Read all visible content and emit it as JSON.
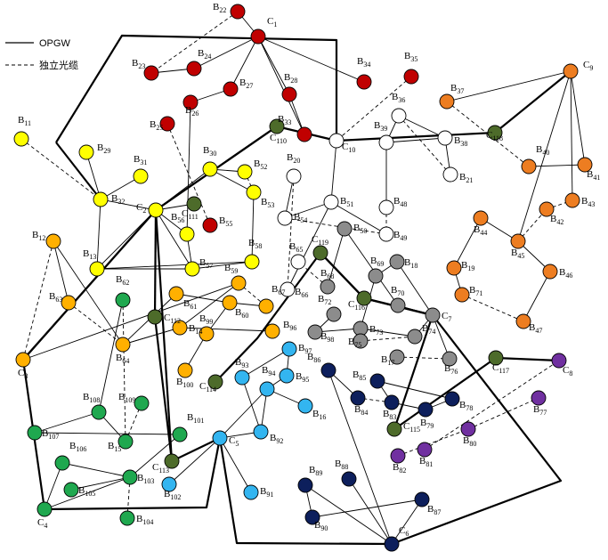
{
  "legend": {
    "opgw": "OPGW",
    "cable": "独立光缆"
  },
  "colors": {
    "red": "#c00000",
    "yellow": "#ffff00",
    "orange": "#ffb000",
    "green": "#1fa84f",
    "white": "#ffffff",
    "gray": "#8c8c8c",
    "lightblue": "#33b5f0",
    "navy": "#0d1f5c",
    "purple": "#7030a0",
    "darkorange": "#ed7d21",
    "olive": "#4d6b2a"
  },
  "nodes": [
    {
      "id": "C1",
      "b": "C",
      "s": "1",
      "color": "red"
    },
    {
      "id": "B22",
      "b": "B",
      "s": "22",
      "color": "red"
    },
    {
      "id": "B23",
      "b": "B",
      "s": "23",
      "color": "red"
    },
    {
      "id": "B24",
      "b": "B",
      "s": "24",
      "color": "red"
    },
    {
      "id": "B27",
      "b": "B",
      "s": "27",
      "color": "red"
    },
    {
      "id": "B26",
      "b": "B",
      "s": "26",
      "color": "red"
    },
    {
      "id": "B25",
      "b": "B",
      "s": "25",
      "color": "red"
    },
    {
      "id": "B28",
      "b": "B",
      "s": "28",
      "color": "red"
    },
    {
      "id": "B33",
      "b": "B",
      "s": "33",
      "color": "red"
    },
    {
      "id": "B34",
      "b": "B",
      "s": "34",
      "color": "red"
    },
    {
      "id": "B35",
      "b": "B",
      "s": "35",
      "color": "red"
    },
    {
      "id": "B55",
      "b": "B",
      "s": "55",
      "color": "red"
    },
    {
      "id": "B11",
      "b": "B",
      "s": "11",
      "color": "yellow"
    },
    {
      "id": "B29",
      "b": "B",
      "s": "29",
      "color": "yellow"
    },
    {
      "id": "B31",
      "b": "B",
      "s": "31",
      "color": "yellow"
    },
    {
      "id": "B32",
      "b": "B",
      "s": "32",
      "color": "yellow"
    },
    {
      "id": "C2",
      "b": "C",
      "s": "2",
      "color": "yellow"
    },
    {
      "id": "B30",
      "b": "B",
      "s": "30",
      "color": "yellow"
    },
    {
      "id": "B52",
      "b": "B",
      "s": "52",
      "color": "yellow"
    },
    {
      "id": "B53",
      "b": "B",
      "s": "53",
      "color": "yellow"
    },
    {
      "id": "B56",
      "b": "B",
      "s": "56",
      "color": "yellow"
    },
    {
      "id": "B58",
      "b": "B",
      "s": "58",
      "color": "yellow"
    },
    {
      "id": "B57",
      "b": "B",
      "s": "57",
      "color": "yellow"
    },
    {
      "id": "B13",
      "b": "B",
      "s": "13",
      "color": "yellow"
    },
    {
      "id": "B12",
      "b": "B",
      "s": "12",
      "color": "orange"
    },
    {
      "id": "B63",
      "b": "B",
      "s": "63",
      "color": "orange"
    },
    {
      "id": "C3",
      "b": "C",
      "s": "3",
      "color": "orange"
    },
    {
      "id": "B64",
      "b": "B",
      "s": "64",
      "color": "orange"
    },
    {
      "id": "B61",
      "b": "B",
      "s": "61",
      "color": "orange"
    },
    {
      "id": "B59",
      "b": "B",
      "s": "59",
      "color": "orange"
    },
    {
      "id": "B67",
      "b": "B",
      "s": "67",
      "color": "orange"
    },
    {
      "id": "B60",
      "b": "B",
      "s": "60",
      "color": "orange"
    },
    {
      "id": "B14",
      "b": "B",
      "s": "14",
      "color": "orange"
    },
    {
      "id": "B99",
      "b": "B",
      "s": "99",
      "color": "orange"
    },
    {
      "id": "B100",
      "b": "B",
      "s": "100",
      "color": "orange"
    },
    {
      "id": "B96",
      "b": "B",
      "s": "96",
      "color": "orange"
    },
    {
      "id": "B62",
      "b": "B",
      "s": "62",
      "color": "green"
    },
    {
      "id": "B108",
      "b": "B",
      "s": "108",
      "color": "green"
    },
    {
      "id": "B109",
      "b": "B",
      "s": "109",
      "color": "green"
    },
    {
      "id": "B107",
      "b": "B",
      "s": "107",
      "color": "green"
    },
    {
      "id": "B15",
      "b": "B",
      "s": "15",
      "color": "green"
    },
    {
      "id": "B101",
      "b": "B",
      "s": "101",
      "color": "green"
    },
    {
      "id": "B106",
      "b": "B",
      "s": "106",
      "color": "green"
    },
    {
      "id": "B105",
      "b": "B",
      "s": "105",
      "color": "green"
    },
    {
      "id": "B103",
      "b": "B",
      "s": "103",
      "color": "green"
    },
    {
      "id": "C4",
      "b": "C",
      "s": "4",
      "color": "green"
    },
    {
      "id": "B104",
      "b": "B",
      "s": "104",
      "color": "green"
    },
    {
      "id": "B20",
      "b": "B",
      "s": "20",
      "color": "white"
    },
    {
      "id": "B54",
      "b": "B",
      "s": "54",
      "color": "white"
    },
    {
      "id": "B51",
      "b": "B",
      "s": "51",
      "color": "white"
    },
    {
      "id": "B49",
      "b": "B",
      "s": "49",
      "color": "white"
    },
    {
      "id": "B48",
      "b": "B",
      "s": "48",
      "color": "white"
    },
    {
      "id": "B65",
      "b": "B",
      "s": "65",
      "color": "white"
    },
    {
      "id": "B66",
      "b": "B",
      "s": "66",
      "color": "white"
    },
    {
      "id": "C10",
      "b": "C",
      "s": "10",
      "color": "white"
    },
    {
      "id": "B39",
      "b": "B",
      "s": "39",
      "color": "white"
    },
    {
      "id": "B36",
      "b": "B",
      "s": "36",
      "color": "white"
    },
    {
      "id": "B38",
      "b": "B",
      "s": "38",
      "color": "white"
    },
    {
      "id": "B21",
      "b": "B",
      "s": "21",
      "color": "white"
    },
    {
      "id": "B50",
      "b": "B",
      "s": "50",
      "color": "gray"
    },
    {
      "id": "B68",
      "b": "B",
      "s": "68",
      "color": "gray"
    },
    {
      "id": "B69",
      "b": "B",
      "s": "69",
      "color": "gray"
    },
    {
      "id": "B18",
      "b": "B",
      "s": "18",
      "color": "gray"
    },
    {
      "id": "B70",
      "b": "B",
      "s": "70",
      "color": "gray"
    },
    {
      "id": "C7",
      "b": "C",
      "s": "7",
      "color": "gray"
    },
    {
      "id": "B72",
      "b": "B",
      "s": "72",
      "color": "gray"
    },
    {
      "id": "B98",
      "b": "B",
      "s": "98",
      "color": "gray"
    },
    {
      "id": "B73",
      "b": "B",
      "s": "73",
      "color": "gray"
    },
    {
      "id": "B75",
      "b": "B",
      "s": "75",
      "color": "gray"
    },
    {
      "id": "B74",
      "b": "B",
      "s": "74",
      "color": "gray"
    },
    {
      "id": "B17",
      "b": "B",
      "s": "17",
      "color": "gray"
    },
    {
      "id": "B76",
      "b": "B",
      "s": "76",
      "color": "gray"
    },
    {
      "id": "B97",
      "b": "B",
      "s": "97",
      "color": "lightblue"
    },
    {
      "id": "B93",
      "b": "B",
      "s": "93",
      "color": "lightblue"
    },
    {
      "id": "B94",
      "b": "B",
      "s": "94",
      "color": "lightblue"
    },
    {
      "id": "B95",
      "b": "B",
      "s": "95",
      "color": "lightblue"
    },
    {
      "id": "B16",
      "b": "B",
      "s": "16",
      "color": "lightblue"
    },
    {
      "id": "B92",
      "b": "B",
      "s": "92",
      "color": "lightblue"
    },
    {
      "id": "C5",
      "b": "C",
      "s": "5",
      "color": "lightblue"
    },
    {
      "id": "B102",
      "b": "B",
      "s": "102",
      "color": "lightblue"
    },
    {
      "id": "B91",
      "b": "B",
      "s": "91",
      "color": "lightblue"
    },
    {
      "id": "B86",
      "b": "B",
      "s": "86",
      "color": "navy"
    },
    {
      "id": "B85",
      "b": "B",
      "s": "85",
      "color": "navy"
    },
    {
      "id": "B84",
      "b": "B",
      "s": "84",
      "color": "navy"
    },
    {
      "id": "B83",
      "b": "B",
      "s": "83",
      "color": "navy"
    },
    {
      "id": "B78",
      "b": "B",
      "s": "78",
      "color": "navy"
    },
    {
      "id": "B79",
      "b": "B",
      "s": "79",
      "color": "navy"
    },
    {
      "id": "B89",
      "b": "B",
      "s": "89",
      "color": "navy"
    },
    {
      "id": "B90",
      "b": "B",
      "s": "90",
      "color": "navy"
    },
    {
      "id": "B88",
      "b": "B",
      "s": "88",
      "color": "navy"
    },
    {
      "id": "B87",
      "b": "B",
      "s": "87",
      "color": "navy"
    },
    {
      "id": "C6",
      "b": "C",
      "s": "6",
      "color": "navy"
    },
    {
      "id": "C8",
      "b": "C",
      "s": "8",
      "color": "purple"
    },
    {
      "id": "B77",
      "b": "B",
      "s": "77",
      "color": "purple"
    },
    {
      "id": "B80",
      "b": "B",
      "s": "80",
      "color": "purple"
    },
    {
      "id": "B81",
      "b": "B",
      "s": "81",
      "color": "purple"
    },
    {
      "id": "B82",
      "b": "B",
      "s": "82",
      "color": "purple"
    },
    {
      "id": "C9",
      "b": "C",
      "s": "9",
      "color": "darkorange"
    },
    {
      "id": "B37",
      "b": "B",
      "s": "37",
      "color": "darkorange"
    },
    {
      "id": "B40",
      "b": "B",
      "s": "40",
      "color": "darkorange"
    },
    {
      "id": "B41",
      "b": "B",
      "s": "41",
      "color": "darkorange"
    },
    {
      "id": "B42",
      "b": "B",
      "s": "42",
      "color": "darkorange"
    },
    {
      "id": "B43",
      "b": "B",
      "s": "43",
      "color": "darkorange"
    },
    {
      "id": "B44",
      "b": "B",
      "s": "44",
      "color": "darkorange"
    },
    {
      "id": "B45",
      "b": "B",
      "s": "45",
      "color": "darkorange"
    },
    {
      "id": "B46",
      "b": "B",
      "s": "46",
      "color": "darkorange"
    },
    {
      "id": "B19",
      "b": "B",
      "s": "19",
      "color": "darkorange"
    },
    {
      "id": "B71",
      "b": "B",
      "s": "71",
      "color": "darkorange"
    },
    {
      "id": "B47",
      "b": "B",
      "s": "47",
      "color": "darkorange"
    },
    {
      "id": "C110",
      "b": "C",
      "s": "110",
      "color": "olive"
    },
    {
      "id": "C111",
      "b": "C",
      "s": "111",
      "color": "olive"
    },
    {
      "id": "C112",
      "b": "C",
      "s": "112",
      "color": "olive"
    },
    {
      "id": "C113",
      "b": "C",
      "s": "113",
      "color": "olive"
    },
    {
      "id": "C114",
      "b": "C",
      "s": "114",
      "color": "olive"
    },
    {
      "id": "C115",
      "b": "C",
      "s": "115",
      "color": "olive"
    },
    {
      "id": "C116",
      "b": "C",
      "s": "116",
      "color": "olive"
    },
    {
      "id": "C117",
      "b": "C",
      "s": "117",
      "color": "olive"
    },
    {
      "id": "C118",
      "b": "C",
      "s": "118",
      "color": "olive"
    },
    {
      "id": "C119",
      "b": "C",
      "s": "119",
      "color": "olive"
    }
  ],
  "links": [
    [
      "C1",
      "B22"
    ],
    [
      "C1",
      "B24"
    ],
    [
      "C1",
      "B27"
    ],
    [
      "C1",
      "B28"
    ],
    [
      "C1",
      "B34"
    ],
    [
      "C1",
      "B33"
    ],
    [
      "B24",
      "B23"
    ],
    [
      "B27",
      "B26"
    ],
    [
      "B28",
      "B33"
    ],
    [
      "B26",
      "B56"
    ],
    [
      "B29",
      "B32"
    ],
    [
      "B31",
      "B32"
    ],
    [
      "C2",
      "B30"
    ],
    [
      "B30",
      "B52"
    ],
    [
      "B30",
      "B53"
    ],
    [
      "C2",
      "B56"
    ],
    [
      "C2",
      "B57"
    ],
    [
      "C2",
      "B13"
    ],
    [
      "C2",
      "C111"
    ],
    [
      "B56",
      "B57"
    ],
    [
      "B53",
      "B58"
    ],
    [
      "B58",
      "B57"
    ],
    [
      "B13",
      "B57"
    ],
    [
      "B13",
      "B58"
    ],
    [
      "B32",
      "B13"
    ],
    [
      "B32",
      "C2"
    ],
    [
      "B12",
      "B63"
    ],
    [
      "B12",
      "B64"
    ],
    [
      "C3",
      "B59"
    ],
    [
      "B61",
      "B64"
    ],
    [
      "B64",
      "B14"
    ],
    [
      "B14",
      "B59"
    ],
    [
      "B61",
      "B60"
    ],
    [
      "B60",
      "B67"
    ],
    [
      "B60",
      "B99"
    ],
    [
      "B99",
      "B100"
    ],
    [
      "B96",
      "B14"
    ],
    [
      "B62",
      "B108"
    ],
    [
      "B108",
      "B107"
    ],
    [
      "B108",
      "B15"
    ],
    [
      "B107",
      "B101"
    ],
    [
      "B106",
      "B103"
    ],
    [
      "B105",
      "B103"
    ],
    [
      "C4",
      "B103"
    ],
    [
      "C4",
      "B106"
    ],
    [
      "B103",
      "B101"
    ],
    [
      "B14",
      "B64"
    ],
    [
      "C10",
      "B51"
    ],
    [
      "B51",
      "B54"
    ],
    [
      "B51",
      "B49"
    ],
    [
      "B51",
      "B66"
    ],
    [
      "B20",
      "B54"
    ],
    [
      "B39",
      "B48"
    ],
    [
      "B39",
      "B36"
    ],
    [
      "B39",
      "B38"
    ],
    [
      "B38",
      "B21"
    ],
    [
      "B36",
      "B38"
    ],
    [
      "B50",
      "B68"
    ],
    [
      "B50",
      "B70"
    ],
    [
      "B69",
      "B18"
    ],
    [
      "B69",
      "B73"
    ],
    [
      "B70",
      "C7"
    ],
    [
      "B72",
      "B98"
    ],
    [
      "B73",
      "B98"
    ],
    [
      "B73",
      "B74"
    ],
    [
      "B74",
      "C7"
    ],
    [
      "B76",
      "C7"
    ],
    [
      "B18",
      "C7"
    ],
    [
      "B97",
      "B93"
    ],
    [
      "B97",
      "B95"
    ],
    [
      "B94",
      "B95"
    ],
    [
      "B93",
      "B92"
    ],
    [
      "B94",
      "B16"
    ],
    [
      "B92",
      "C5"
    ],
    [
      "C5",
      "B91"
    ],
    [
      "C5",
      "B102"
    ],
    [
      "B94",
      "C5"
    ],
    [
      "B92",
      "B94"
    ],
    [
      "B86",
      "C6"
    ],
    [
      "B86",
      "B84"
    ],
    [
      "B85",
      "B83"
    ],
    [
      "B85",
      "B78"
    ],
    [
      "B83",
      "B79"
    ],
    [
      "B89",
      "C6"
    ],
    [
      "B89",
      "B90"
    ],
    [
      "B90",
      "B87"
    ],
    [
      "B88",
      "C6"
    ],
    [
      "B87",
      "C6"
    ],
    [
      "B79",
      "B78"
    ],
    [
      "C9",
      "B37"
    ],
    [
      "C9",
      "B41"
    ],
    [
      "C9",
      "B43"
    ],
    [
      "C9",
      "B45"
    ],
    [
      "B44",
      "B45"
    ],
    [
      "B44",
      "B19"
    ],
    [
      "B45",
      "B46"
    ],
    [
      "B46",
      "B47"
    ],
    [
      "B71",
      "B19"
    ],
    [
      "B40",
      "B41"
    ],
    [
      "C7",
      "C115"
    ]
  ],
  "dashed": [
    [
      "B22",
      "B23"
    ],
    [
      "B25",
      "B55"
    ],
    [
      "B11",
      "B32"
    ],
    [
      "B52",
      "B53"
    ],
    [
      "B63",
      "B64"
    ],
    [
      "C3",
      "B12"
    ],
    [
      "B59",
      "B67"
    ],
    [
      "B109",
      "B15"
    ],
    [
      "B62",
      "B15"
    ],
    [
      "B104",
      "B103"
    ],
    [
      "B20",
      "B66"
    ],
    [
      "B54",
      "B49"
    ],
    [
      "B36",
      "B21"
    ],
    [
      "B48",
      "B49"
    ],
    [
      "B68",
      "B65"
    ],
    [
      "B75",
      "B74"
    ],
    [
      "B17",
      "B76"
    ],
    [
      "B81",
      "C8"
    ],
    [
      "B80",
      "B77"
    ],
    [
      "B82",
      "B80"
    ],
    [
      "B37",
      "B40"
    ],
    [
      "B42",
      "B43"
    ],
    [
      "B45",
      "B42"
    ],
    [
      "B71",
      "B47"
    ],
    [
      "B83",
      "B84"
    ],
    [
      "B35",
      "C10"
    ]
  ],
  "bold": [
    [
      "C2",
      "C110"
    ],
    [
      "C119",
      "C116"
    ],
    [
      "C116",
      "C7"
    ],
    [
      "C7",
      "C115"
    ],
    [
      "C115",
      "C117"
    ],
    [
      "C117",
      "C8"
    ],
    [
      "C2",
      "C3"
    ],
    [
      "C2",
      "C112"
    ],
    [
      "C112",
      "C113"
    ]
  ]
}
